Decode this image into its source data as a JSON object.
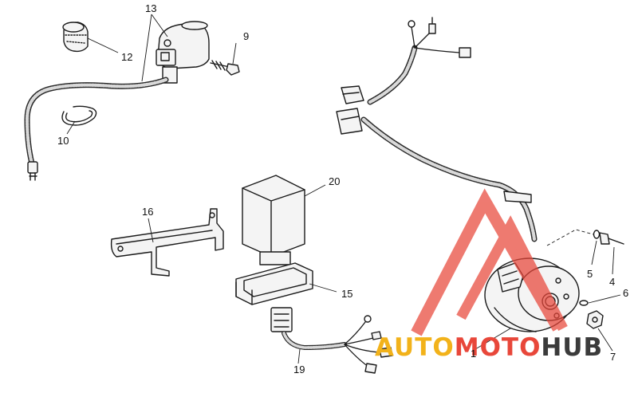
{
  "callouts": {
    "c1": "1",
    "c4": "4",
    "c5": "5",
    "c6": "6",
    "c7": "7",
    "c9": "9",
    "c10": "10",
    "c12": "12",
    "c13": "13",
    "c15": "15",
    "c16": "16",
    "c19": "19",
    "c20": "20"
  },
  "watermark": {
    "part1": "AUTO",
    "part2": "MOTO",
    "part3": "HUB",
    "color1": "#f2b21a",
    "color2": "#e8473a",
    "color3": "#3b3b3b",
    "triangle_color": "#e8473a"
  }
}
